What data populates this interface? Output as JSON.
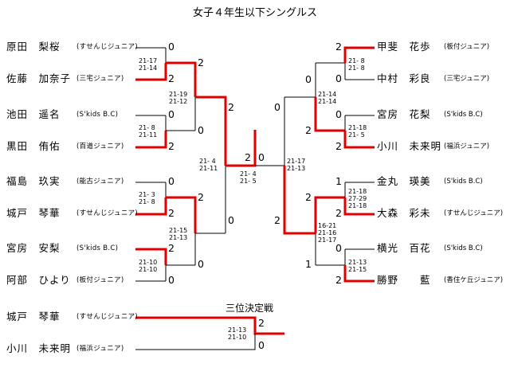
{
  "title": "女子４年生以下シングルス",
  "third_place_label": "三位決定戦",
  "colors": {
    "winner_line": "#e00000",
    "loser_line": "#000000"
  },
  "left_players": [
    {
      "name": "原田　梨桜",
      "team": "(すせんじジュニア)"
    },
    {
      "name": "佐藤　加奈子",
      "team": "(三宅ジュニア)"
    },
    {
      "name": "池田　遥名",
      "team": "(S'kids B.C)"
    },
    {
      "name": "黒田　侑佑",
      "team": "(百道ジュニア)"
    },
    {
      "name": "福島　玖実",
      "team": "(能古ジュニア)"
    },
    {
      "name": "城戸　琴華",
      "team": "(すせんじジュニア)"
    },
    {
      "name": "宮房　安梨",
      "team": "(S'kids B.C)"
    },
    {
      "name": "阿部　ひより",
      "team": "(板付ジュニア)"
    }
  ],
  "right_players": [
    {
      "name": "甲斐　花歩",
      "team": "(板付ジュニア)"
    },
    {
      "name": "中村　彩良",
      "team": "(三宅ジュニア)"
    },
    {
      "name": "宮房　花梨",
      "team": "(S'kids B.C)"
    },
    {
      "name": "小川　未来明",
      "team": "(福浜ジュニア)"
    },
    {
      "name": "金丸　瑛美",
      "team": "(S'kids B.C)"
    },
    {
      "name": "大森　彩未",
      "team": "(すせんじジュニア)"
    },
    {
      "name": "横光　百花",
      "team": "(S'kids B.C)"
    },
    {
      "name": "勝野　　藍",
      "team": "(香住ケ丘ジュニア)"
    }
  ],
  "third_players": [
    {
      "name": "城戸　琴華",
      "team": "(すせんじジュニア)"
    },
    {
      "name": "小川　未来明",
      "team": "(福浜ジュニア)"
    }
  ],
  "scores": {
    "l_r1_1a": "0",
    "l_r1_1b": "2",
    "l_r1_2a": "0",
    "l_r1_2b": "2",
    "l_r1_3a": "0",
    "l_r1_3b": "2",
    "l_r1_4a": "2",
    "l_r1_4b": "0",
    "l_r2_1a": "2",
    "l_r2_1b": "0",
    "l_r2_2a": "2",
    "l_r2_2b": "0",
    "l_semi_a": "2",
    "l_semi_b": "0",
    "final_l": "2",
    "final_r": "0",
    "r_semi_a": "0",
    "r_semi_b": "2",
    "r_r2_1a": "0",
    "r_r2_1b": "2",
    "r_r2_2a": "2",
    "r_r2_2b": "1",
    "r_r1_1a": "2",
    "r_r1_1b": "0",
    "r_r1_2a": "0",
    "r_r1_2b": "2",
    "r_r1_3a": "1",
    "r_r1_3b": "2",
    "r_r1_4a": "0",
    "r_r1_4b": "2",
    "third_a": "2",
    "third_b": "0"
  },
  "game_scores": {
    "l_m1": "21-17\n21-14",
    "l_m2": "21- 8\n21-11",
    "l_m3": "21- 3\n21- 8",
    "l_m4": "21-10\n21-10",
    "l_m5": "21-19\n21-12",
    "l_m6": "21-15\n21-13",
    "l_semi": "21- 4\n21-11",
    "final": "21- 4\n21- 5",
    "r_semi": "21-17\n21-13",
    "r_m5": "21-14\n21-14",
    "r_m6": "16-21\n21-16\n21-17",
    "r_m1": "21- 8\n21- 8",
    "r_m2": "21-18\n21- 5",
    "r_m3": "21-18\n27-29\n21-18",
    "r_m4": "21-13\n21-15",
    "third": "21-13\n21-10"
  }
}
